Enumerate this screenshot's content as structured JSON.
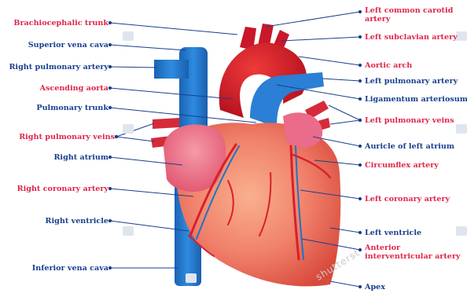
{
  "left_labels": [
    {
      "id": "brachiocephalic-trunk",
      "text": "Brachiocephalic trunk",
      "color": "red"
    },
    {
      "id": "superior-vena-cava",
      "text": "Superior vena cava",
      "color": "blue"
    },
    {
      "id": "right-pulmonary-artery",
      "text": "Right pulmonary artery",
      "color": "blue"
    },
    {
      "id": "ascending-aorta",
      "text": "Ascending aorta",
      "color": "red"
    },
    {
      "id": "pulmonary-trunk",
      "text": "Pulmonary trunk",
      "color": "blue"
    },
    {
      "id": "right-pulmonary-veins",
      "text": "Right pulmonary veins",
      "color": "red"
    },
    {
      "id": "right-atrium",
      "text": "Right atrium",
      "color": "blue"
    },
    {
      "id": "right-coronary-artery",
      "text": "Right coronary artery",
      "color": "red"
    },
    {
      "id": "right-ventricle",
      "text": "Right ventricle",
      "color": "blue"
    },
    {
      "id": "inferior-vena-cava",
      "text": "Inferior vena cava",
      "color": "blue"
    }
  ],
  "right_labels": [
    {
      "id": "left-common-carotid-artery",
      "line1": "Left common carotid",
      "line2": "artery",
      "color": "red"
    },
    {
      "id": "left-subclavian-artery",
      "line1": "Left subclavian artery",
      "color": "red"
    },
    {
      "id": "aortic-arch",
      "line1": "Aortic arch",
      "color": "red"
    },
    {
      "id": "left-pulmonary-artery",
      "line1": "Left pulmonary artery",
      "color": "blue"
    },
    {
      "id": "ligamentum-arteriosum",
      "line1": "Ligamentum arteriosum",
      "color": "blue"
    },
    {
      "id": "left-pulmonary-veins",
      "line1": "Left pulmonary veins",
      "color": "red"
    },
    {
      "id": "auricle-of-left-atrium",
      "line1": "Auricle of left atrium",
      "color": "blue"
    },
    {
      "id": "circumflex-artery",
      "line1": "Circumflex artery",
      "color": "red"
    },
    {
      "id": "left-coronary-artery",
      "line1": "Left coronary artery",
      "color": "red"
    },
    {
      "id": "left-ventricle",
      "line1": "Left ventricle",
      "color": "blue"
    },
    {
      "id": "anterior-interventricular-artery",
      "line1": "Anterior",
      "line2": "interventricular artery",
      "color": "red"
    },
    {
      "id": "apex",
      "line1": "Apex",
      "color": "blue"
    }
  ],
  "colors": {
    "label_red": "#e0264a",
    "label_blue": "#1a3f8f",
    "artery": "#d8202c",
    "vein": "#1f73c4",
    "heart": "#ef7e6a",
    "atrium": "#ec6f8a"
  },
  "watermark": "shutterst"
}
